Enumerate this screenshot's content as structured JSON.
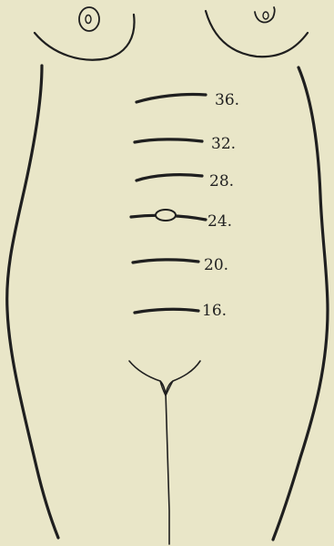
{
  "colors": {
    "paper": "#e9e6c8",
    "ink": "#1f1f1f"
  },
  "labels": {
    "l36": "36.",
    "l32": "32.",
    "l28": "28.",
    "l24": "24.",
    "l20": "20.",
    "l16": "16."
  }
}
